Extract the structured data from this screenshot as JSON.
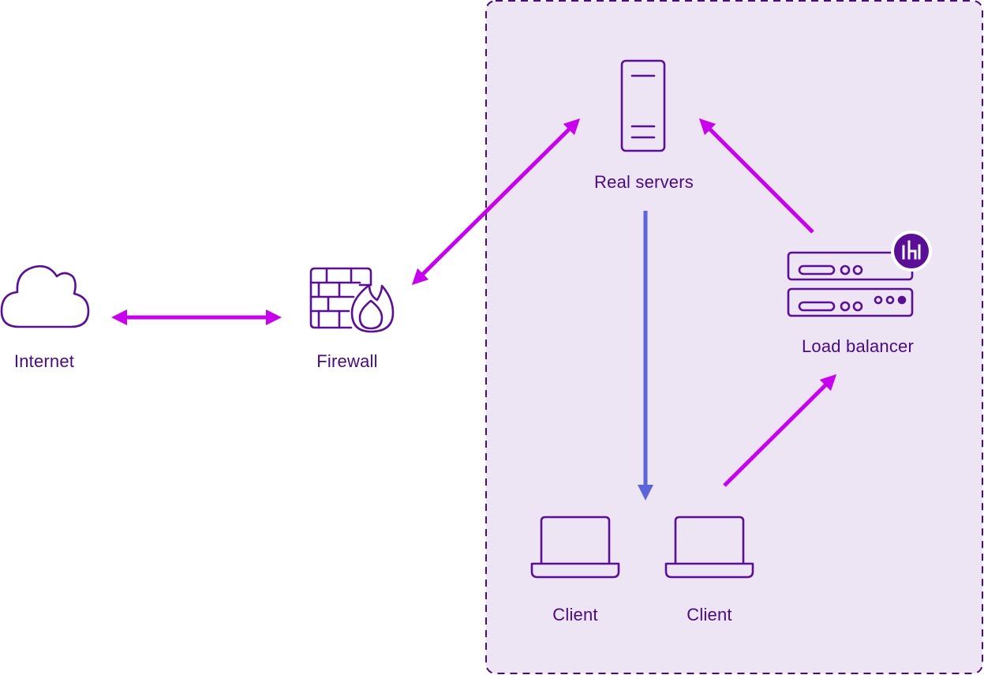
{
  "labels": {
    "internet": "Internet",
    "firewall": "Firewall",
    "real_servers": "Real servers",
    "load_balancer": "Load balancer",
    "client_left": "Client",
    "client_right": "Client"
  },
  "icons": {
    "internet": "cloud-icon",
    "firewall": "firewall-icon",
    "real_servers": "server-tower-icon",
    "load_balancer": "rack-server-icon",
    "load_balancer_badge": "brand-logo-icon",
    "client": "laptop-icon"
  },
  "colors": {
    "icon_stroke": "#5a0f96",
    "label_text": "#4a0a80",
    "arrow_magenta": "#c800ee",
    "arrow_blue": "#5b64d8",
    "zone_fill": "#ede4f4",
    "zone_border": "#4a0a80"
  }
}
